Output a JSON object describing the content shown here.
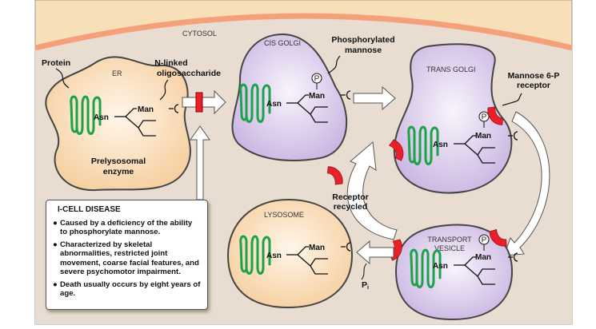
{
  "labels": {
    "cytosol": "CYTOSOL",
    "er": "ER",
    "cis_golgi": "CIS GOLGI",
    "trans_golgi": "TRANS GOLGI",
    "lysosome": "LYSOSOME",
    "transport_vesicle_1": "TRANSPORT",
    "transport_vesicle_2": "VESICLE",
    "protein": "Protein",
    "n_linked_1": "N-linked",
    "n_linked_2": "oligosaccharide",
    "prelysosomal_1": "Prelysosomal",
    "prelysosomal_2": "enzyme",
    "phosphorylated_1": "Phosphorylated",
    "phosphorylated_2": "mannose",
    "m6p_receptor_1": "Mannose 6-P",
    "m6p_receptor_2": "receptor",
    "receptor_recycled_1": "Receptor",
    "receptor_recycled_2": "recycled",
    "pi": "P",
    "pi_sub": "i",
    "asn": "Asn",
    "man": "Man",
    "phosphate": "P"
  },
  "info_box": {
    "title": "I-CELL DISEASE",
    "bullets": [
      "Caused by a deficiency of the ability to phosphorylate mannose.",
      "Characterized by skeletal abnormalities, restricted joint movement, coarse facial features, and severe psychomotor impairment.",
      "Death usually occurs by eight years of age."
    ]
  },
  "colors": {
    "extracellular": "#f7dfb8",
    "membrane": "#f4a07a",
    "cytosol": "#e8ddd0",
    "golgi": "#d9c8ea",
    "er_lysosome": "#f9d9b4",
    "protein": "#1aa34a",
    "receptor": "#e8202a"
  }
}
